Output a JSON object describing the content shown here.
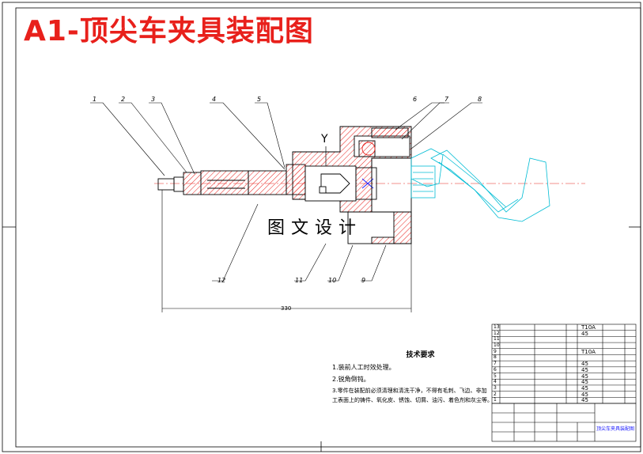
{
  "title": "A1-顶尖车夹具装配图",
  "watermark": "图文设计",
  "axis_label": "Y",
  "dimension": "330",
  "callouts": [
    "1",
    "2",
    "3",
    "4",
    "5",
    "6",
    "7",
    "8",
    "9",
    "10",
    "11",
    "12"
  ],
  "tech_requirements": {
    "heading": "技术要求",
    "items": [
      "1.装前人工时效处理。",
      "2.锐角倒钝。",
      "3.零件在装配前必须清理和清洗干净，不得有毛刺、飞边、非加",
      "工表面上的铸件、氧化皮、锈蚀、切屑、油污、着色剂和灰尘等。"
    ]
  },
  "bom": {
    "part_nos": [
      "13",
      "12",
      "11",
      "10",
      "9",
      "8",
      "7",
      "6",
      "5",
      "4",
      "3",
      "2",
      "1"
    ],
    "materials": [
      "T10A",
      "45",
      "",
      "",
      "T10A",
      "",
      "45",
      "45",
      "45",
      "45",
      "45",
      "45",
      "45"
    ]
  },
  "title_block": {
    "drawing_name": "顶尖车夹具装配图"
  },
  "colors": {
    "title": "#e8201b",
    "part_hatch": "#e8201b",
    "centerline": "#e8201b",
    "ghost_position": "#00bcd4",
    "outline": "#000000",
    "leader": "#1a1aff"
  }
}
